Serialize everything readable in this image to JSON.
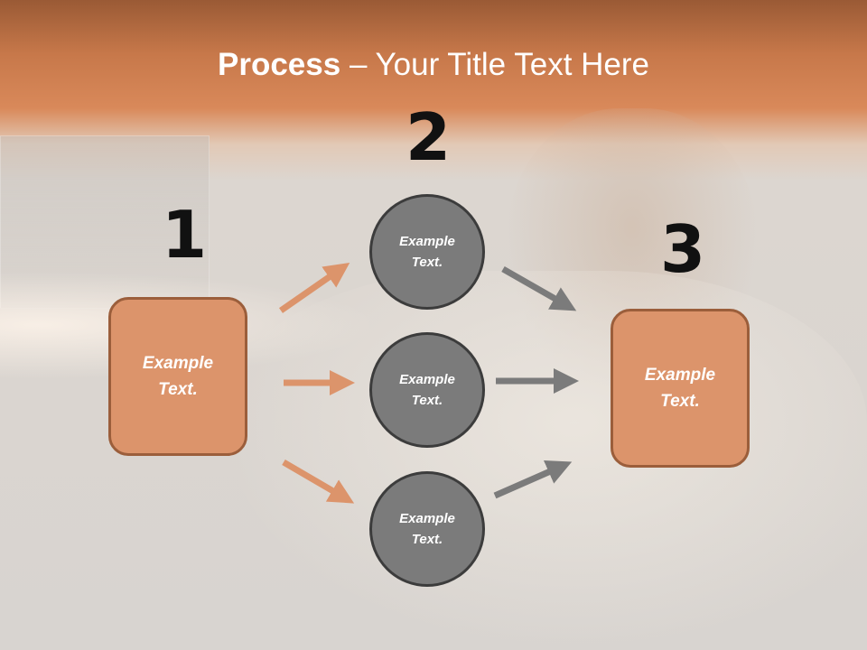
{
  "title": {
    "bold": "Process",
    "rest": " – Your Title Text Here"
  },
  "steps": {
    "one": {
      "number": "1",
      "text": "Example\nText."
    },
    "two": {
      "number": "2"
    },
    "three": {
      "number": "3",
      "text": "Example\nText."
    }
  },
  "circles": [
    {
      "text": "Example\nText."
    },
    {
      "text": "Example\nText."
    },
    {
      "text": "Example\nText."
    }
  ],
  "colors": {
    "orange_arrow": "#dc946b",
    "gray_arrow": "#7b7b7b",
    "box_fill": "#dc946b",
    "circle_fill": "#7b7b7b"
  }
}
